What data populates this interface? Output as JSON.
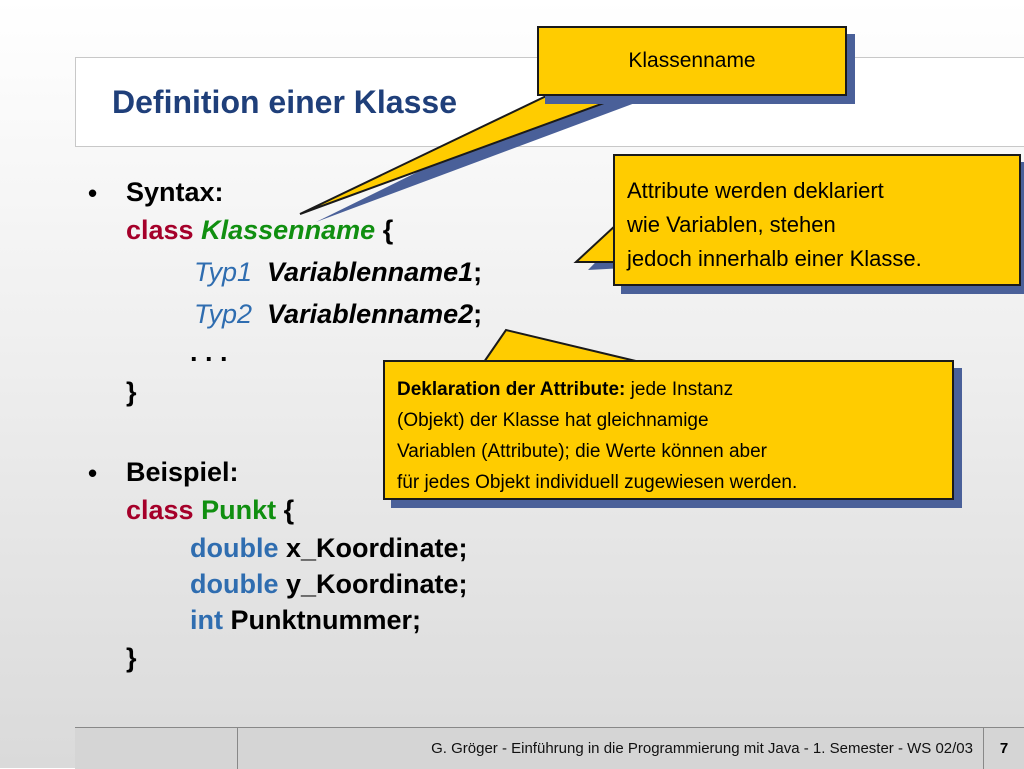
{
  "slide": {
    "title": "Definition einer Klasse"
  },
  "syntax": {
    "label": "Syntax:",
    "kw_class": "class",
    "class_name": "Klassenname",
    "open_brace": "{",
    "type1": "Typ1",
    "var1": "Variablenname1",
    "type2": "Typ2",
    "var2": "Variablenname2",
    "semicolon": ";",
    "ellipsis": ". . .",
    "close_brace": "}"
  },
  "example": {
    "label": "Beispiel:",
    "kw_class": "class",
    "class_name": "Punkt",
    "open_brace": "{",
    "type_double1": "double",
    "field1": "x_Koordinate;",
    "type_double2": "double",
    "field2": "y_Koordinate;",
    "type_int": "int",
    "field3": "Punktnummer;",
    "close_brace": "}"
  },
  "bullet_symbol": "•",
  "callouts": {
    "class_name": "Klassenname",
    "attributes_line1": "Attribute werden deklariert",
    "attributes_line2": "wie Variablen, stehen",
    "attributes_line3": "jedoch innerhalb einer Klasse.",
    "declaration_bold": "Deklaration der Attribute:",
    "declaration_line1_rest": " jede Instanz",
    "declaration_line2": "(Objekt) der Klasse hat gleichnamige",
    "declaration_line3": "Variablen (Attribute); die Werte können aber",
    "declaration_line4": "für jedes Objekt individuell zugewiesen werden."
  },
  "footer": {
    "text": "G. Gröger -  Einführung in die Programmierung mit Java  -  1. Semester  -  WS 02/03",
    "page_number": "7"
  },
  "colors": {
    "title": "#1f3f7a",
    "keyword_class": "#a5002a",
    "class_name": "#108f10",
    "type": "#2f6db0",
    "callout_fill": "#ffcc00",
    "callout_shadow": "#4a6099"
  }
}
